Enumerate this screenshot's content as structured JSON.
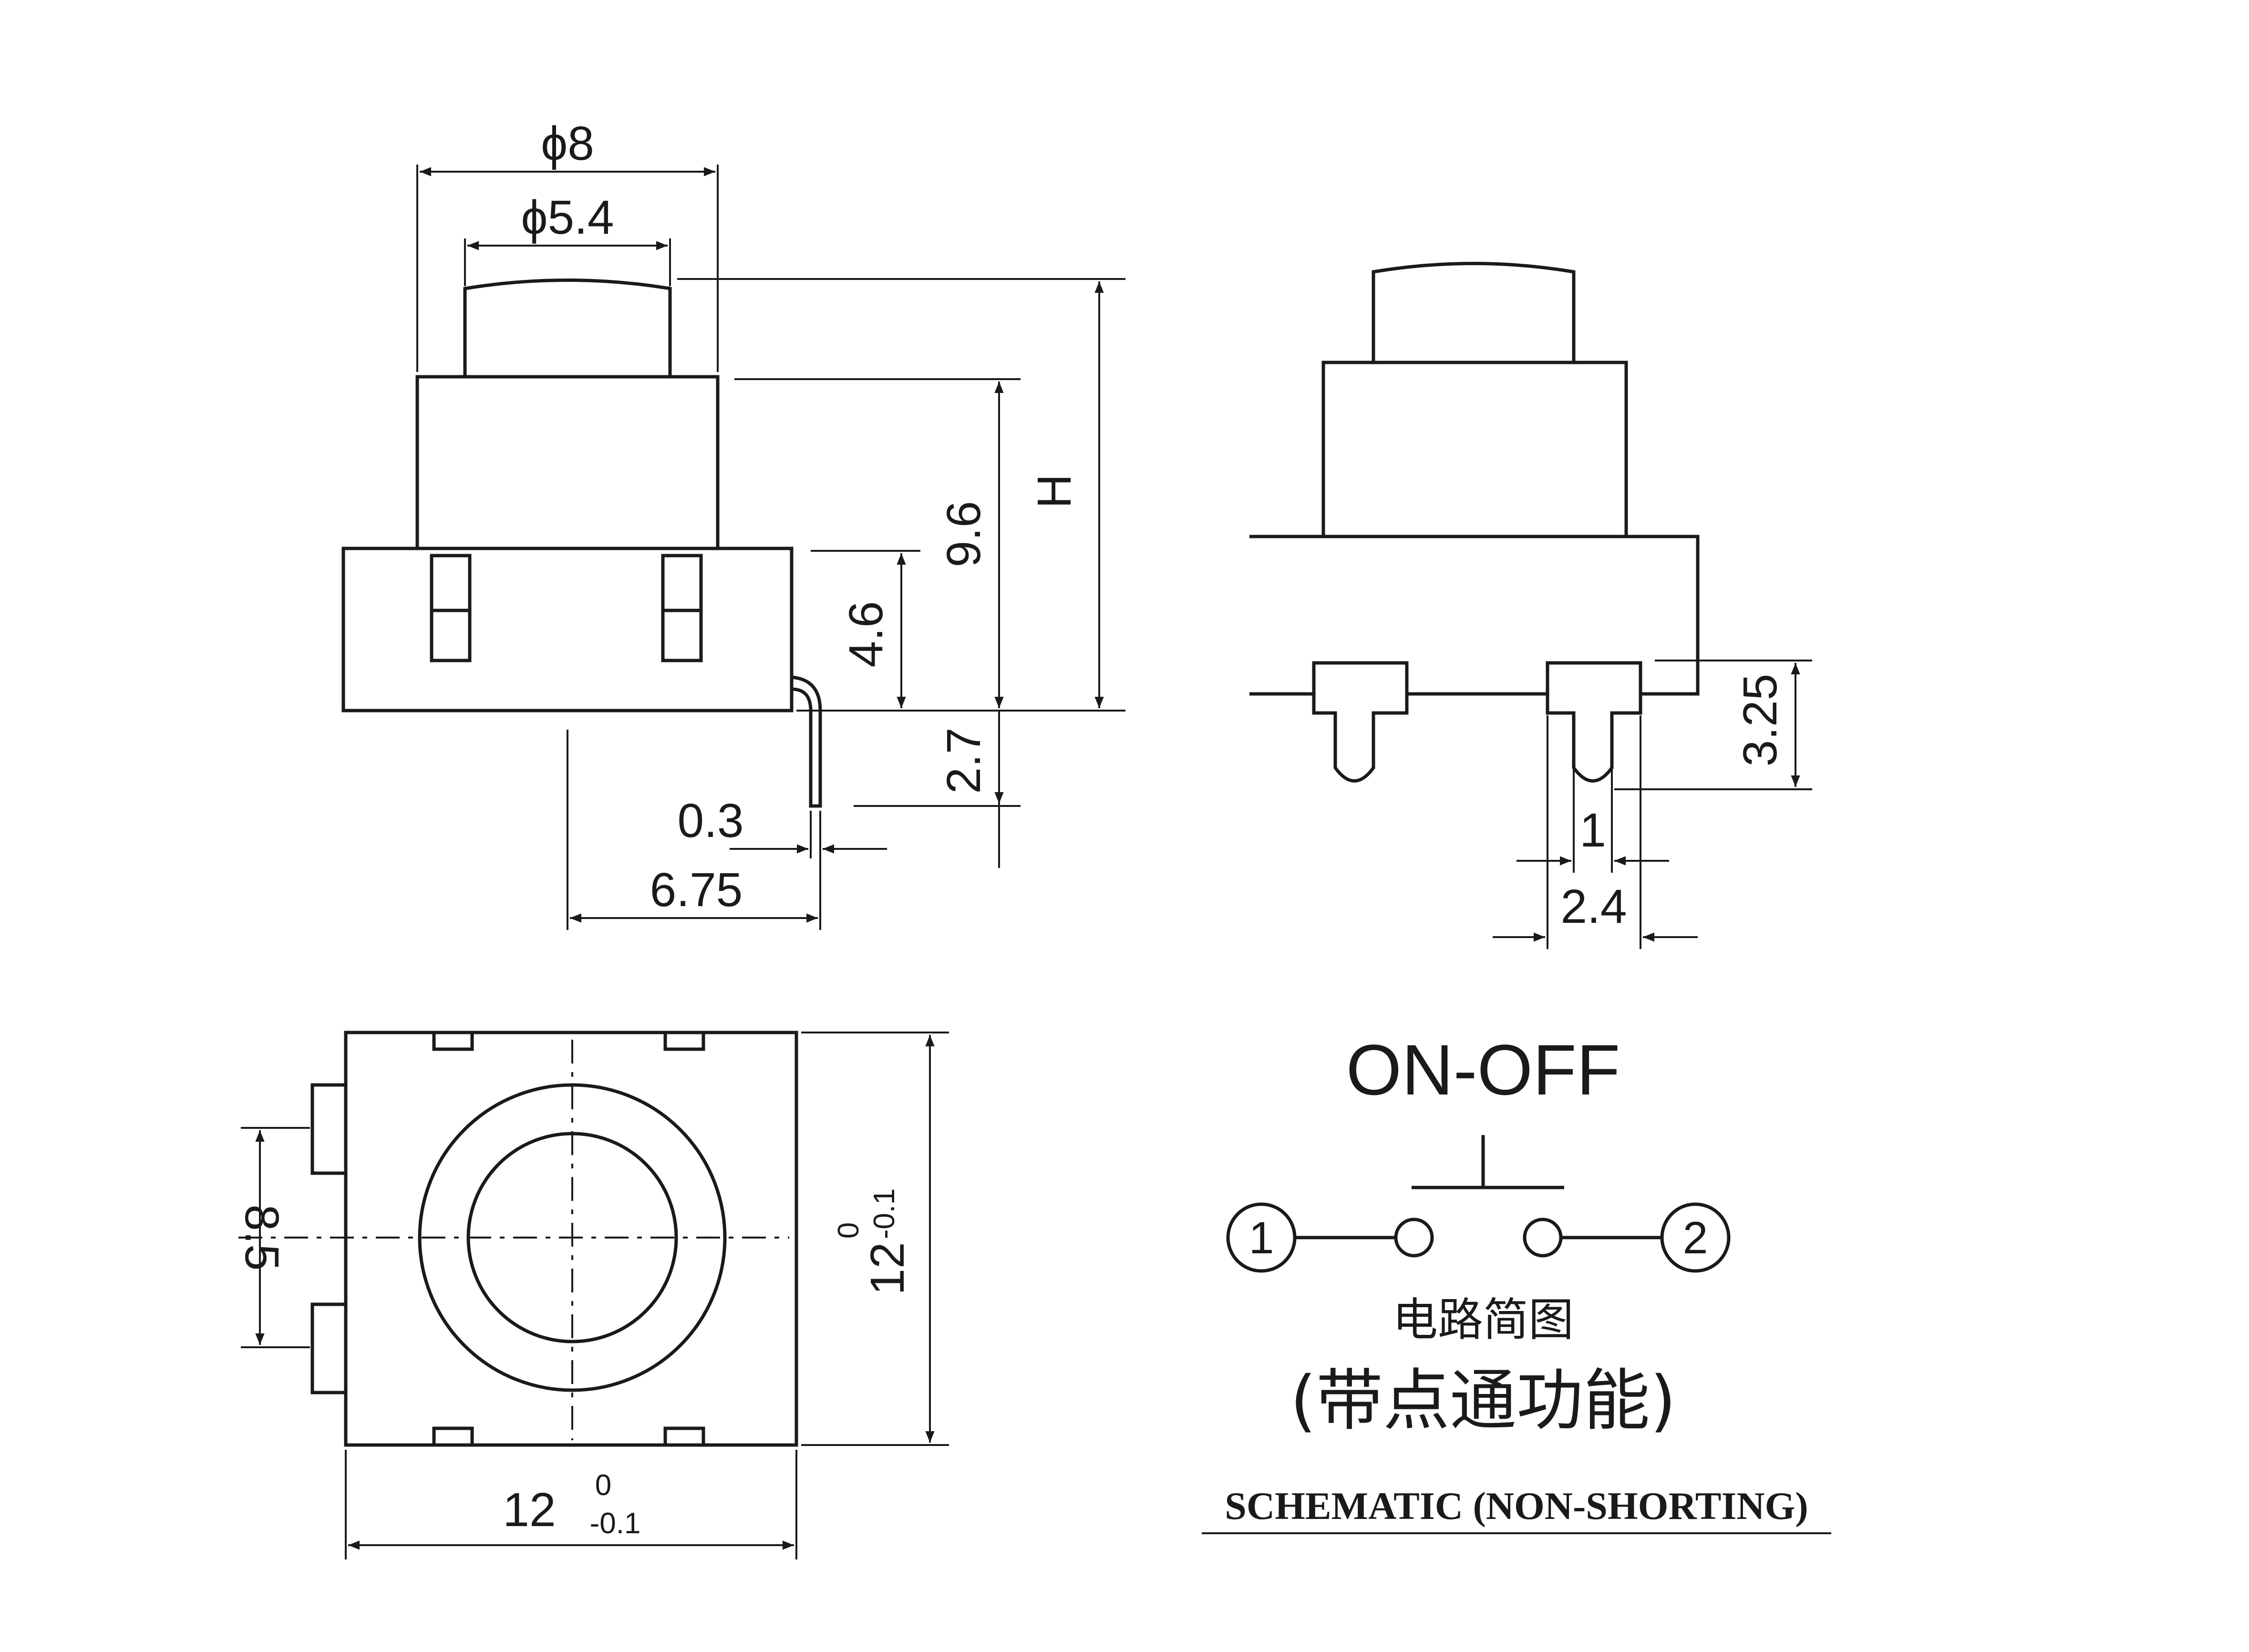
{
  "dimensions": {
    "phi8": "ϕ8",
    "phi54": "ϕ5.4",
    "h": "H",
    "d96": "9.6",
    "d46": "4.6",
    "d27": "2.7",
    "d03": "0.3",
    "d675": "6.75",
    "d325": "3.25",
    "d1": "1",
    "d24": "2.4",
    "d85": "8.5",
    "d12_base": "12",
    "tol_upper": "0",
    "tol_lower": "-0.1"
  },
  "schematic": {
    "title": "ON-OFF",
    "pin1": "1",
    "pin2": "2",
    "caption_cn": "电路简图",
    "caption_cn2": "(带点通功能)",
    "caption_en": "SCHEMATIC (NON-SHORTING)"
  }
}
